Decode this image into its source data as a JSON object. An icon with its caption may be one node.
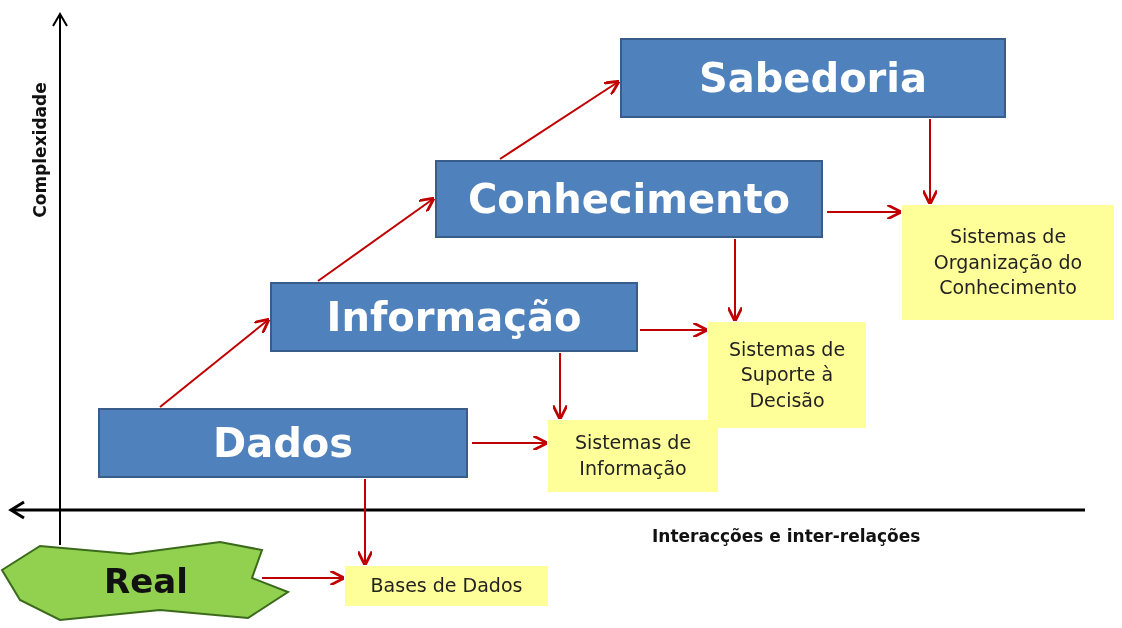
{
  "diagram": {
    "nodes": [
      {
        "text": [
          "Sabedoria"
        ]
      },
      {
        "text": [
          "Conhecimento"
        ]
      },
      {
        "text": [
          "Informação"
        ]
      },
      {
        "text": [
          "Dados"
        ]
      },
      {
        "text": [
          "Sistemas de Organização do Conhecimento"
        ]
      },
      {
        "text": [
          "Sistemas de Suporte à Decisão"
        ]
      },
      {
        "text": [
          "Sistemas de Informação"
        ]
      },
      {
        "text": [
          "Real"
        ]
      },
      {
        "text": [
          "Bases de Dados"
        ]
      }
    ],
    "edges": [
      {
        "from": 3,
        "to": 2,
        "arrow": "to"
      },
      {
        "from": 2,
        "to": 1,
        "arrow": "to"
      },
      {
        "from": 1,
        "to": 0,
        "arrow": "to"
      },
      {
        "from": 3,
        "to": 6,
        "arrow": "to"
      },
      {
        "from": 2,
        "to": 6,
        "arrow": "to"
      },
      {
        "from": 2,
        "to": 5,
        "arrow": "to"
      },
      {
        "from": 1,
        "to": 5,
        "arrow": "to"
      },
      {
        "from": 1,
        "to": 4,
        "arrow": "to"
      },
      {
        "from": 0,
        "to": 4,
        "arrow": "to"
      },
      {
        "from": 3,
        "to": 8,
        "arrow": "to"
      },
      {
        "from": 7,
        "to": 8,
        "arrow": "to"
      }
    ],
    "labels": [
      "Complexidade",
      "Interacções e inter-relações"
    ]
  }
}
